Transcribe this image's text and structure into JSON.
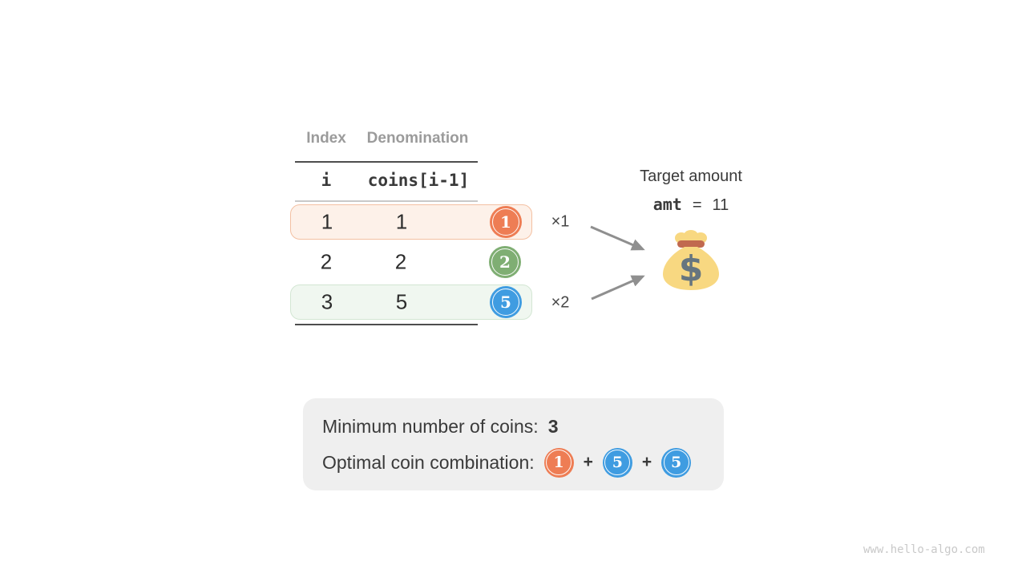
{
  "table": {
    "headers": {
      "index": "Index",
      "denomination": "Denomination"
    },
    "code_header": {
      "index": "i",
      "denomination": "coins[i-1]"
    },
    "rows": [
      {
        "index": "1",
        "denomination": "1",
        "coin": "1",
        "coin_color": "#ee7d54",
        "highlight": "orange",
        "multiplier": "×1"
      },
      {
        "index": "2",
        "denomination": "2",
        "coin": "2",
        "coin_color": "#7fae73",
        "highlight": "none",
        "multiplier": ""
      },
      {
        "index": "3",
        "denomination": "5",
        "coin": "5",
        "coin_color": "#3f9ce1",
        "highlight": "green",
        "multiplier": "×2"
      }
    ]
  },
  "annotations": {
    "times1": "×1",
    "times2": "×2"
  },
  "target": {
    "label": "Target amount",
    "variable": "amt",
    "equals": "=",
    "value": "11"
  },
  "summary": {
    "min_label": "Minimum number of coins:",
    "min_value": "3",
    "combo_label": "Optimal coin combination:",
    "plus": "+",
    "combo": [
      {
        "value": "1",
        "color": "#ee7d54"
      },
      {
        "value": "5",
        "color": "#3f9ce1"
      },
      {
        "value": "5",
        "color": "#3f9ce1"
      }
    ]
  },
  "watermark": "www.hello-algo.com",
  "icons": {
    "moneybag": "money-bag-icon",
    "coin": "coin-icon",
    "arrow": "arrow-icon"
  },
  "colors": {
    "coin_orange": "#ee7d54",
    "coin_green": "#7fae73",
    "coin_blue": "#3f9ce1",
    "row_orange_bg": "#fdf1e9",
    "row_orange_border": "#f3c0a2",
    "row_green_bg": "#f0f7f0",
    "row_green_border": "#d3e6d3",
    "rule_dark": "#4e4e4e",
    "rule_light": "#c9c9c9",
    "header_gray": "#9b9b9b",
    "text_dark": "#3a3a3a",
    "arrow_gray": "#8f8f8f",
    "summary_bg": "#efefef",
    "moneybag_body": "#f8d881",
    "moneybag_band": "#c1694f",
    "moneybag_dollar": "#66757f",
    "watermark_gray": "#c9c9c9"
  }
}
